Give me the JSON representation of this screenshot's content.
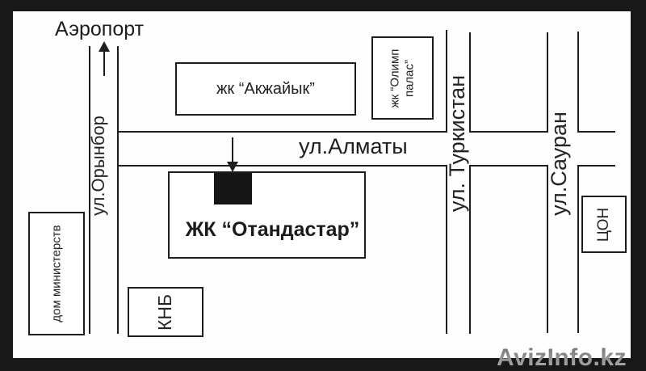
{
  "map": {
    "airport_label": "Аэропорт",
    "streets": {
      "orynbor": "ул.Орынбор",
      "almaty": "ул.Алматы",
      "turkestan": "ул. Туркистан",
      "sauran": "ул.Сауран"
    },
    "buildings": {
      "akzhaiyk": "жк “Акжайык”",
      "olimp_line1": "жк “Олимп",
      "olimp_line2": "палас”",
      "otandastar": "ЖК “Отандастар”",
      "ministries": "дом министерств",
      "knb": "КНБ",
      "tson": "ЦОН"
    },
    "icons": {
      "airport_arrow": "up-arrow",
      "destination_arrow": "down-arrow"
    },
    "destination_marker": "black-square-marker"
  },
  "watermark": {
    "text": "AvizInfo.kz",
    "color": "#8f8f8f"
  },
  "colors": {
    "line": "#1e1e1e",
    "frame": "#181818",
    "canvas": "#ffffff",
    "marker": "#151515"
  }
}
